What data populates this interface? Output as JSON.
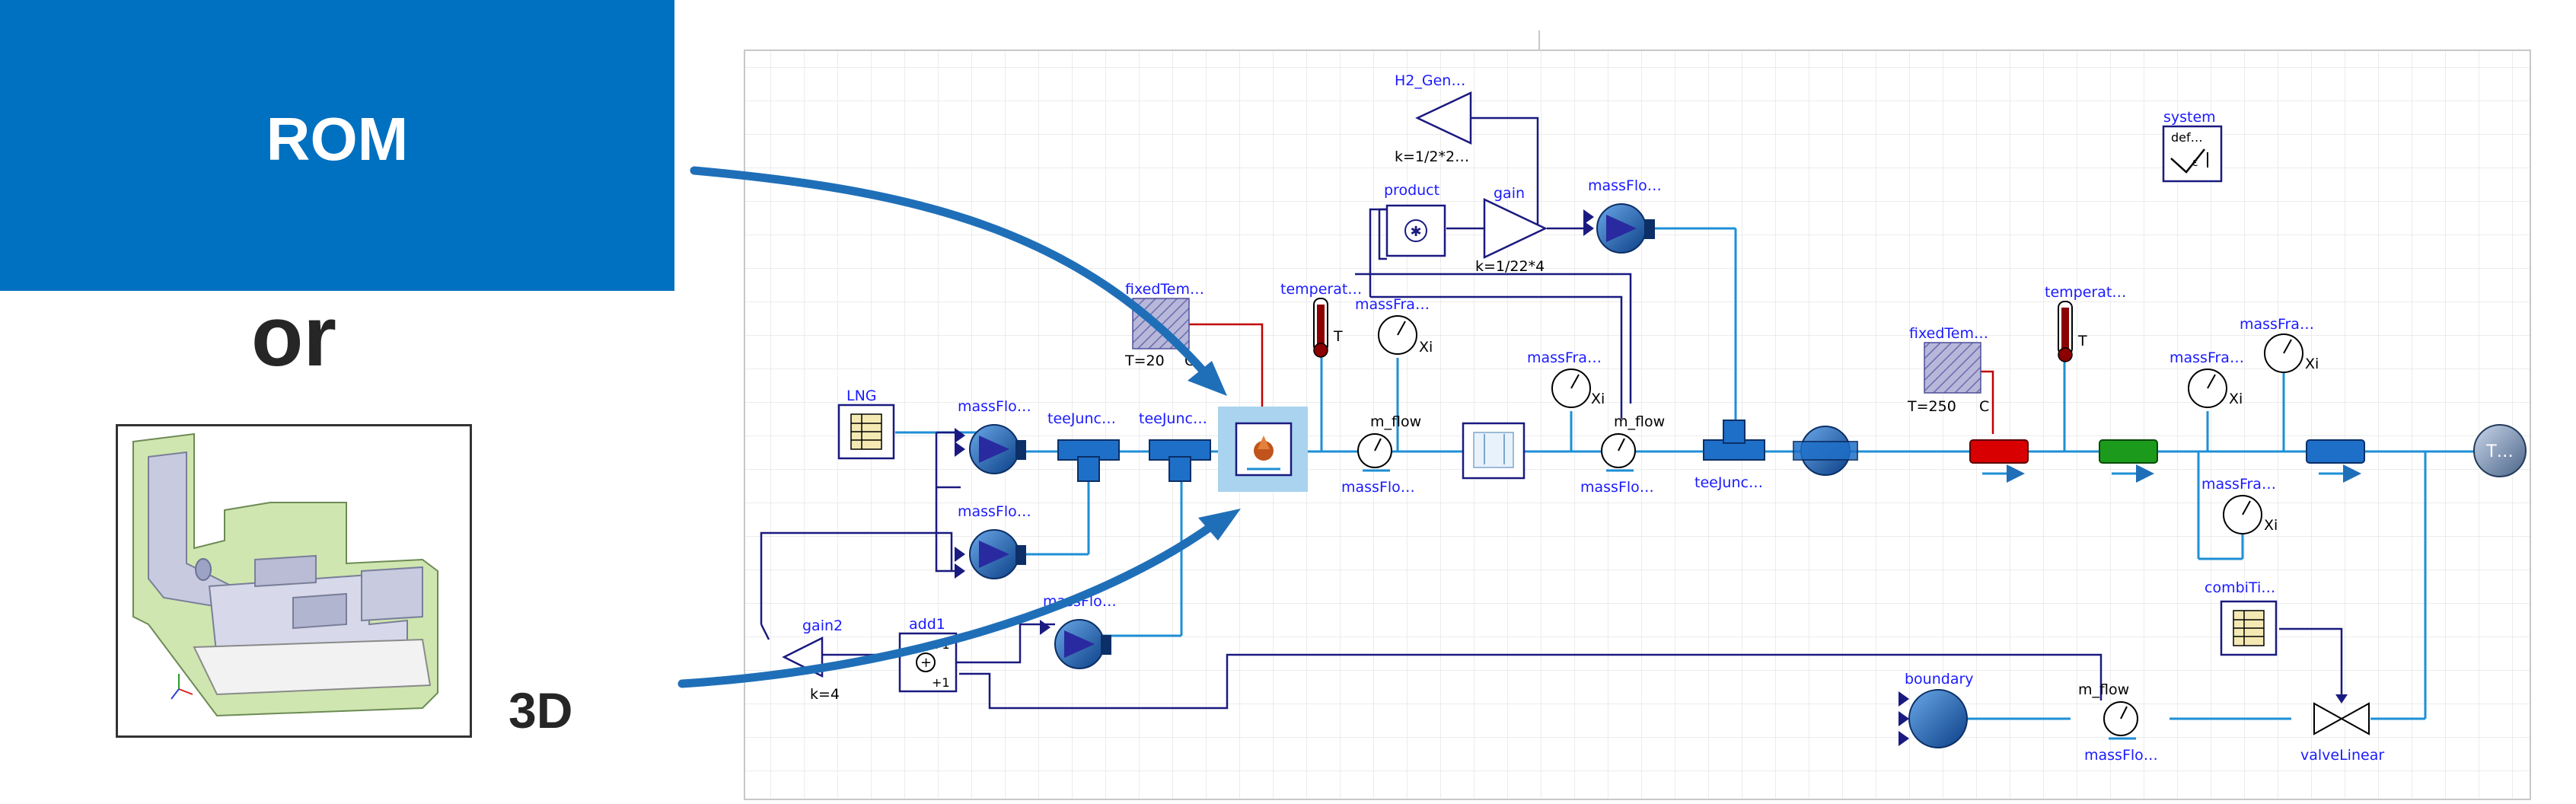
{
  "left_panel": {
    "rom_label": "ROM",
    "or_label": "or",
    "threeD_label": "3D"
  },
  "diagram": {
    "components": {
      "H2_Gen": "H2_Gen…",
      "H2_Gen_param": "k=1/2*2…",
      "product": "product",
      "gain": "gain",
      "gain_param": "k=1/22*4",
      "massFlo_top": "massFlo…",
      "system": "system",
      "system_def": "def…",
      "fixedTem1": "fixedTem…",
      "fixedTem1_param": "T=20",
      "fixedTem1_unit": "C",
      "temperat1": "temperat…",
      "temperat1_T": "T",
      "massFra1": "massFra…",
      "massFra1_xi": "Xi",
      "LNG": "LNG",
      "massFlo_1": "massFlo…",
      "teeJunc_1": "teeJunc…",
      "teeJunc_2": "teeJunc…",
      "m_flow_1": "m_flow",
      "massFlo_below1": "massFlo…",
      "massFra2": "massFra…",
      "massFra2_xi": "Xi",
      "m_flow_2": "m_flow",
      "massFlo_below2": "massFlo…",
      "teeJunc_3": "teeJunc…",
      "fixedTem2": "fixedTem…",
      "fixedTem2_param": "T=250",
      "fixedTem2_unit": "C",
      "temperat2": "temperat…",
      "temperat2_T": "T",
      "massFra3": "massFra…",
      "massFra3_xi": "Xi",
      "massFra4": "massFra…",
      "massFra4_xi": "Xi",
      "massFra5": "massFra…",
      "massFra5_xi": "Xi",
      "T_sink": "T…",
      "massFlo_2": "massFlo…",
      "massFlo_3": "massFlo…",
      "gain2": "gain2",
      "gain2_param": "k=4",
      "add1": "add1",
      "add1_plus1": "+1",
      "add1_plus2": "+1",
      "add1_sign": "+",
      "combiTi": "combiTi…",
      "boundary": "boundary",
      "m_flow_3": "m_flow",
      "massFlo_below3": "massFlo…",
      "valveLinear": "valveLinear"
    }
  },
  "colors": {
    "rom_blue": "#0070c0",
    "arrow_blue": "#1f6fb8",
    "pipe": "#1e8fd6",
    "signal": "#1a1a80",
    "label": "#1a1aff"
  }
}
